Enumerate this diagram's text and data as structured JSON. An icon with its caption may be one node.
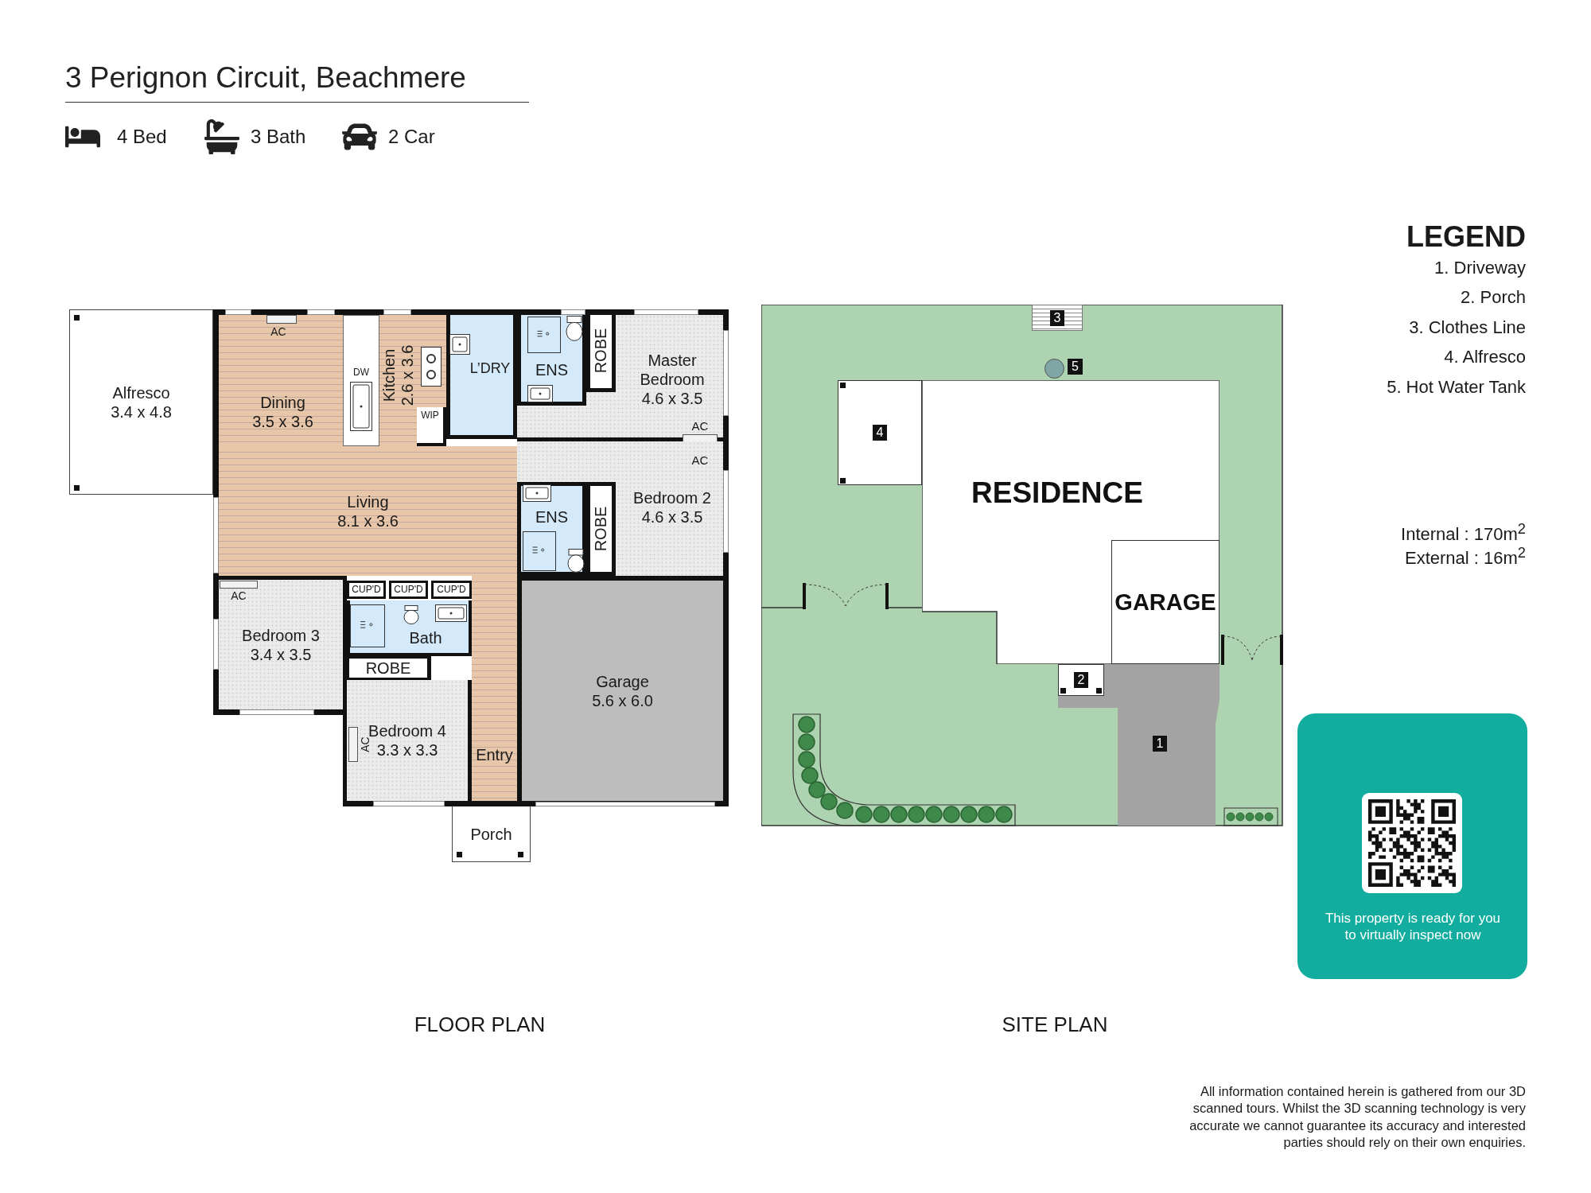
{
  "diagram": {
    "title": "3 Perignon Circuit, Beachmere",
    "nodes": [
      {
        "text": [
          "Alfresco",
          "3.4 x 4.8"
        ]
      },
      {
        "text": [
          "Dining",
          "3.5 x 3.6"
        ]
      },
      {
        "text": [
          "Kitchen",
          "2.6 x 3.6"
        ]
      },
      {
        "text": [
          "WIP"
        ],
        "in": 2
      },
      {
        "text": [
          "L’DRY"
        ]
      },
      {
        "text": [
          "Master Bedroom",
          "4.6 x 3.5"
        ]
      },
      {
        "text": [
          "ENS"
        ],
        "in": 5
      },
      {
        "text": [
          "ROBE"
        ],
        "in": 5
      },
      {
        "text": [
          "Living",
          "8.1 x 3.6"
        ]
      },
      {
        "text": [
          "Bedroom 2",
          "4.6 x 3.5"
        ]
      },
      {
        "text": [
          "ENS"
        ],
        "in": 9
      },
      {
        "text": [
          "ROBE"
        ],
        "in": 9
      },
      {
        "text": [
          "CUP'D"
        ]
      },
      {
        "text": [
          "CUP'D"
        ]
      },
      {
        "text": [
          "CUP'D"
        ]
      },
      {
        "text": [
          "Bath"
        ]
      },
      {
        "text": [
          "Bedroom 3",
          "3.4 x 3.5"
        ]
      },
      {
        "text": [
          "ROBE"
        ]
      },
      {
        "text": [
          "Bedroom 4",
          "3.3 x 3.3"
        ]
      },
      {
        "text": [
          "Entry"
        ]
      },
      {
        "text": [
          "Garage",
          "5.6 x 6.0"
        ]
      },
      {
        "text": [
          "Porch"
        ]
      },
      {
        "text": [
          "3"
        ]
      },
      {
        "text": [],
        "shape": "circle",
        "beside": [
          "5"
        ]
      },
      {
        "text": [
          "4"
        ]
      },
      {
        "text": [
          "RESIDENCE"
        ]
      },
      {
        "text": [
          "GARAGE"
        ],
        "in": 25
      },
      {
        "text": [
          "2"
        ]
      },
      {
        "text": [
          "1"
        ]
      }
    ],
    "labels": [
      "4 Bed",
      "3 Bath",
      "2 Car",
      "AC",
      "DW",
      "AC",
      "AC",
      "AC",
      "AC",
      "FLOOR PLAN",
      "SITE PLAN",
      "LEGEND",
      "Internal : 170m$^{2}$",
      "External : 16m$^{2}$",
      "This property is ready for you to virtually inspect now",
      "All information contained herein is gathered from our 3D scanned tours. Whilst the 3D scanning technology is very accurate we cannot guarantee its accuracy and interested parties should rely on their own enquiries."
    ],
    "legend": [
      {
        "text": "1. Driveway"
      },
      {
        "text": "2. Porch"
      },
      {
        "text": "3. Clothes Line"
      },
      {
        "text": "4. Alfresco"
      },
      {
        "text": "5. Hot Water Tank"
      }
    ]
  }
}
